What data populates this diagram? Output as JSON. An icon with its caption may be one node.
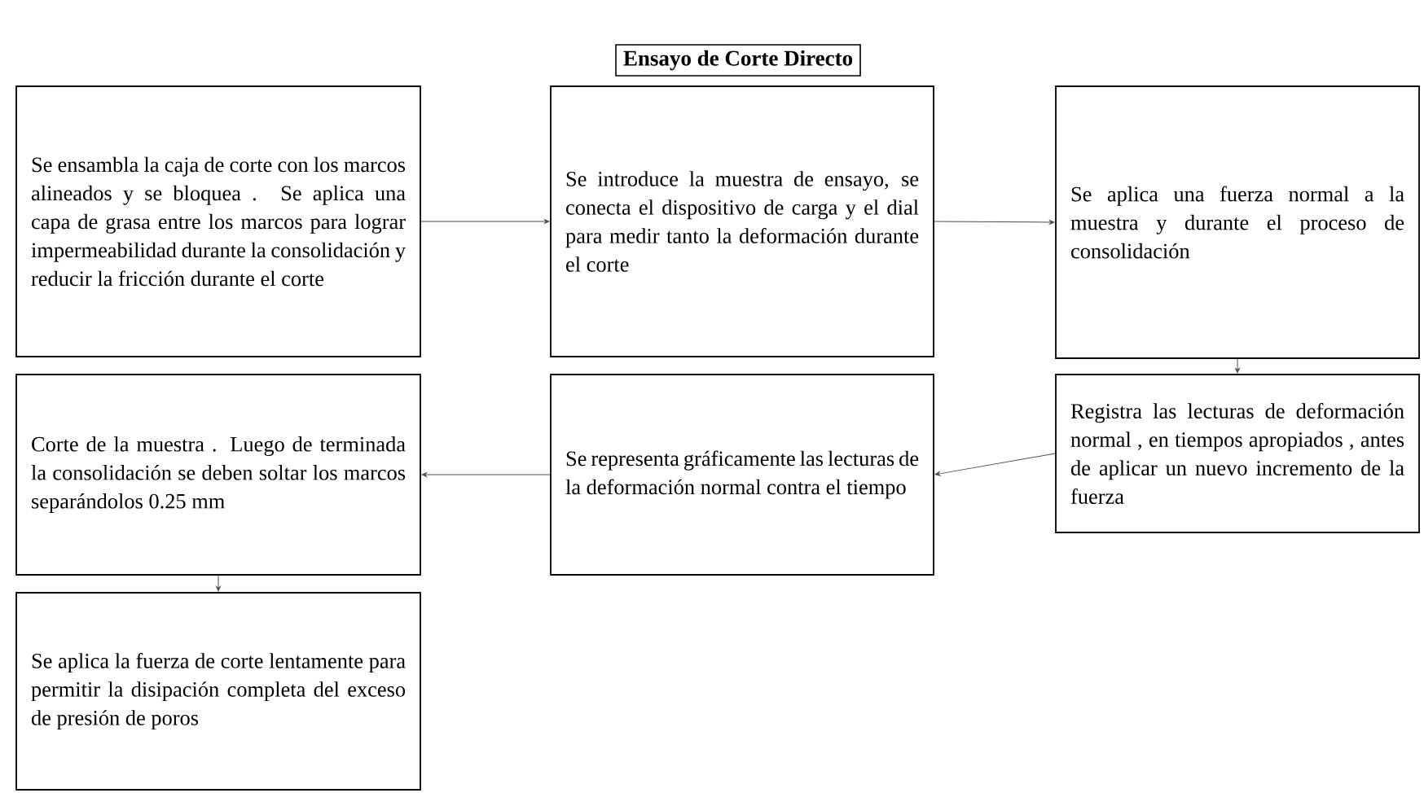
{
  "diagram": {
    "title": "Ensayo de Corte Directo",
    "nodes": [
      {
        "text": [
          "Se ensambla la caja de corte con los marcos alineados y se bloquea . Se aplica una capa de grasa entre los marcos para lograr impermeabilidad durante la consolidación y reducir la fricción durante el corte"
        ]
      },
      {
        "text": [
          "Se introduce la muestra de ensayo, se conecta el dispositivo de carga y el dial para medir tanto la deformación durante el corte"
        ]
      },
      {
        "text": [
          "Se aplica una fuerza normal a la muestra y durante el proceso de consolidación"
        ]
      },
      {
        "text": [
          "Registra las lecturas de deformación normal , en tiempos apropiados , antes de aplicar un nuevo incremento de la fuerza"
        ]
      },
      {
        "text": [
          "Se representa gráficamente las lecturas de la deformación normal contra el tiempo"
        ]
      },
      {
        "text": [
          "Corte de la muestra . Luego de terminada la consolidación se deben soltar los marcos separándolos 0.25 mm"
        ]
      },
      {
        "text": [
          "Se aplica la fuerza de corte lentamente para permitir la disipación completa del exceso de presión de poros"
        ]
      }
    ],
    "edges": [
      {
        "from": 0,
        "to": 1,
        "arrow": "to"
      },
      {
        "from": 1,
        "to": 2,
        "arrow": "to"
      },
      {
        "from": 2,
        "to": 3,
        "arrow": "to"
      },
      {
        "from": 3,
        "to": 4,
        "arrow": "to"
      },
      {
        "from": 4,
        "to": 5,
        "arrow": "to"
      },
      {
        "from": 5,
        "to": 6,
        "arrow": "to"
      }
    ]
  }
}
